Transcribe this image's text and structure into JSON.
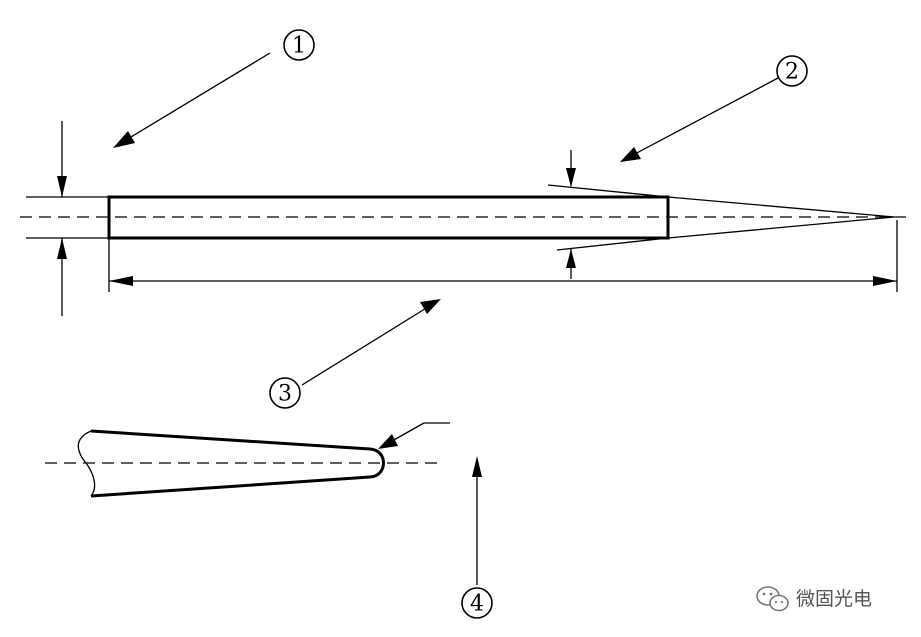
{
  "callouts": [
    {
      "id": "1",
      "label": "1"
    },
    {
      "id": "2",
      "label": "2"
    },
    {
      "id": "3",
      "label": "3"
    },
    {
      "id": "4",
      "label": "4"
    }
  ],
  "watermark": {
    "text": "微固光电",
    "icon": "wechat-icon"
  },
  "colors": {
    "line": "#000000",
    "background": "#ffffff",
    "watermark": "#555555"
  }
}
